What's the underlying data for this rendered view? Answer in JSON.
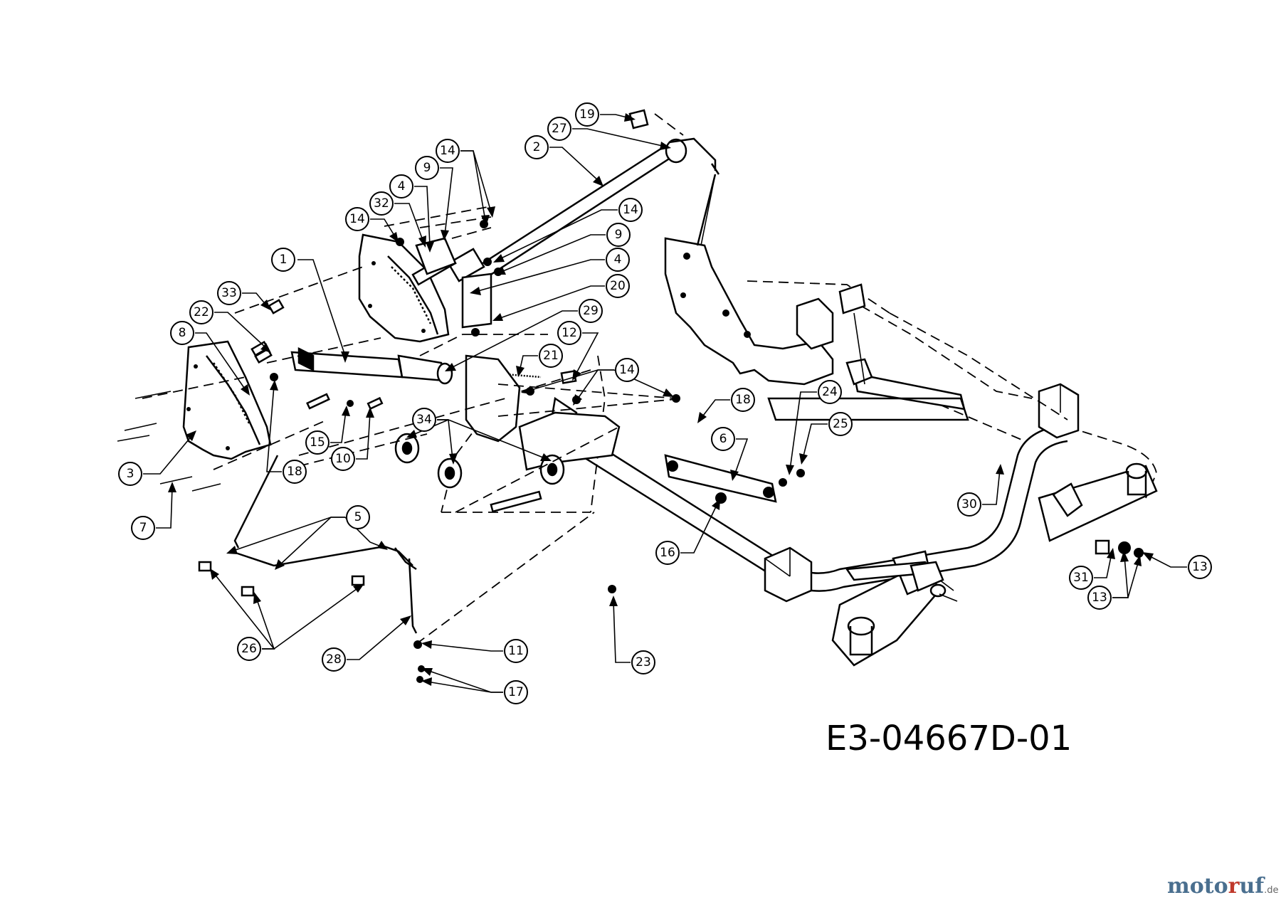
{
  "drawing_id": "E3-04667D-01",
  "watermark": {
    "brand_part1": "moto",
    "brand_part2": "r",
    "brand_part3": "uf",
    "tld": ".de"
  },
  "callouts": [
    {
      "label": "1"
    },
    {
      "label": "2"
    },
    {
      "label": "3"
    },
    {
      "label": "4"
    },
    {
      "label": "4"
    },
    {
      "label": "5"
    },
    {
      "label": "6"
    },
    {
      "label": "7"
    },
    {
      "label": "8"
    },
    {
      "label": "9"
    },
    {
      "label": "9"
    },
    {
      "label": "10"
    },
    {
      "label": "11"
    },
    {
      "label": "12"
    },
    {
      "label": "13"
    },
    {
      "label": "13"
    },
    {
      "label": "14"
    },
    {
      "label": "14"
    },
    {
      "label": "14"
    },
    {
      "label": "14"
    },
    {
      "label": "15"
    },
    {
      "label": "16"
    },
    {
      "label": "17"
    },
    {
      "label": "18"
    },
    {
      "label": "18"
    },
    {
      "label": "19"
    },
    {
      "label": "20"
    },
    {
      "label": "21"
    },
    {
      "label": "22"
    },
    {
      "label": "23"
    },
    {
      "label": "24"
    },
    {
      "label": "25"
    },
    {
      "label": "26"
    },
    {
      "label": "27"
    },
    {
      "label": "28"
    },
    {
      "label": "29"
    },
    {
      "label": "30"
    },
    {
      "label": "31"
    },
    {
      "label": "32"
    },
    {
      "label": "33"
    },
    {
      "label": "34"
    }
  ]
}
